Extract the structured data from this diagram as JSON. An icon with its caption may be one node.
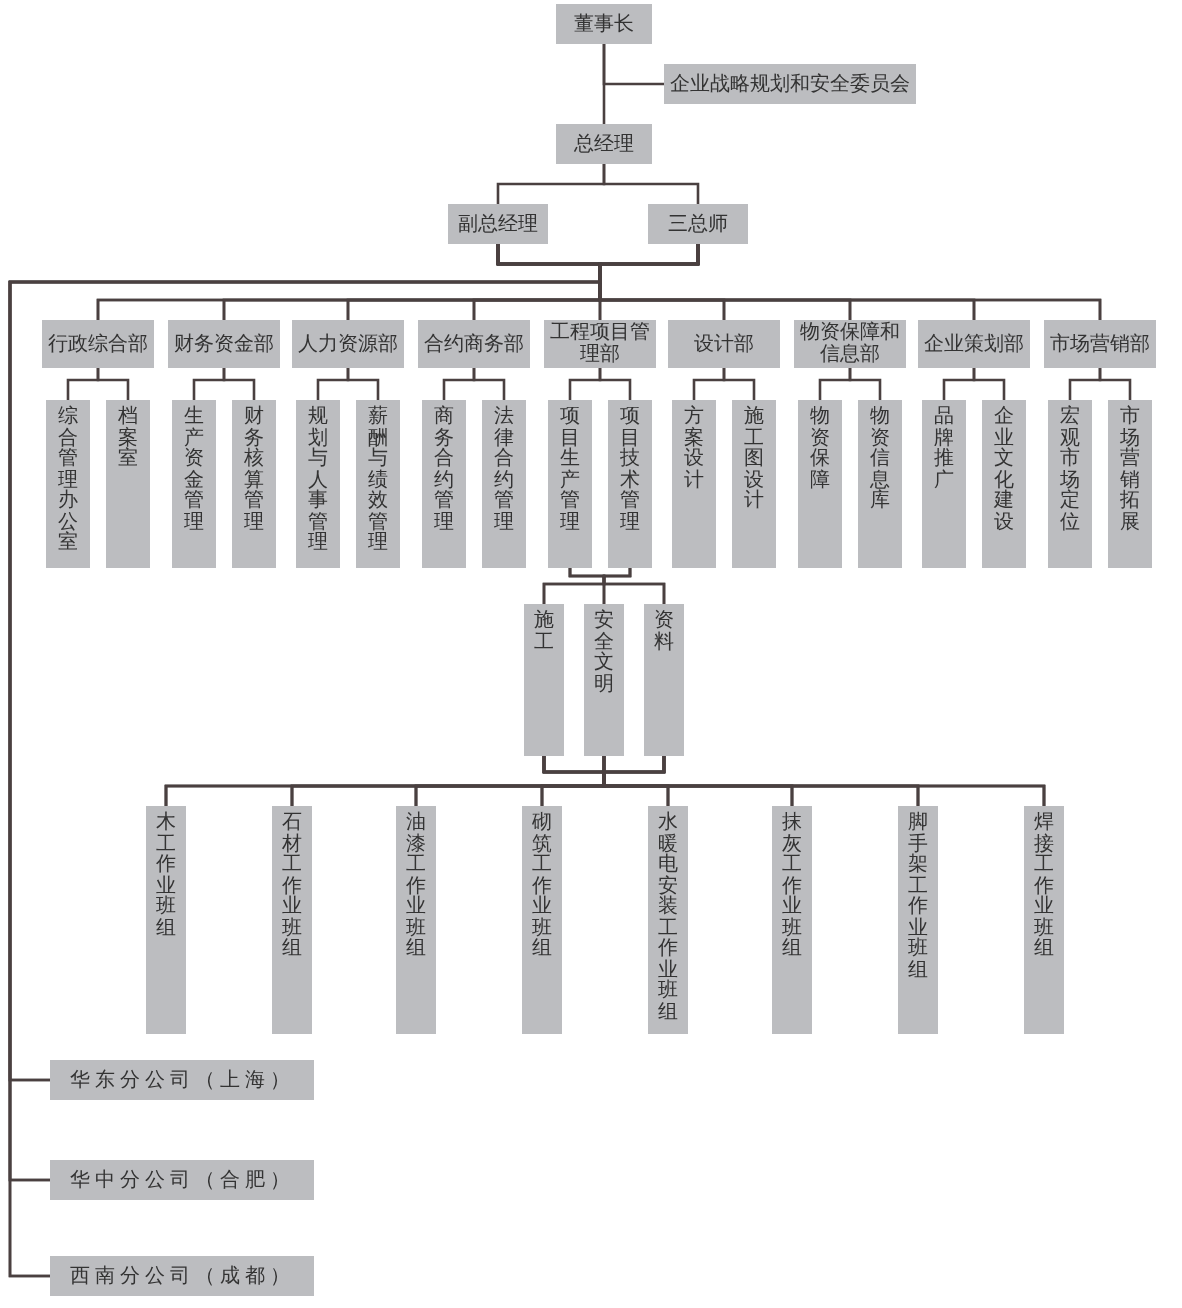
{
  "diagram": {
    "nodes": [
      {
        "text": [
          "董事长"
        ]
      },
      {
        "text": [
          "企业战略规划和安全委员会"
        ]
      },
      {
        "text": [
          "总经理"
        ]
      },
      {
        "text": [
          "副总经理"
        ]
      },
      {
        "text": [
          "三总师"
        ]
      },
      {
        "text": [
          "行政综合部"
        ]
      },
      {
        "text": [
          "财务资金部"
        ]
      },
      {
        "text": [
          "人力资源部"
        ]
      },
      {
        "text": [
          "合约商务部"
        ]
      },
      {
        "text": [
          "工程项目管理部"
        ]
      },
      {
        "text": [
          "设计部"
        ]
      },
      {
        "text": [
          "物资保障和信息部"
        ]
      },
      {
        "text": [
          "企业策划部"
        ]
      },
      {
        "text": [
          "市场营销部"
        ]
      },
      {
        "text": [
          "综合管理办公室"
        ]
      },
      {
        "text": [
          "档案室"
        ]
      },
      {
        "text": [
          "生产资金管理"
        ]
      },
      {
        "text": [
          "财务核算管理"
        ]
      },
      {
        "text": [
          "规划与人事管理"
        ]
      },
      {
        "text": [
          "薪酬与绩效管理"
        ]
      },
      {
        "text": [
          "商务合约管理"
        ]
      },
      {
        "text": [
          "法律合约管理"
        ]
      },
      {
        "text": [
          "项目生产管理"
        ]
      },
      {
        "text": [
          "项目技术管理"
        ]
      },
      {
        "text": [
          "方案设计"
        ]
      },
      {
        "text": [
          "施工图设计"
        ]
      },
      {
        "text": [
          "物资保障"
        ]
      },
      {
        "text": [
          "物资信息库"
        ]
      },
      {
        "text": [
          "品牌推广"
        ]
      },
      {
        "text": [
          "企业文化建设"
        ]
      },
      {
        "text": [
          "宏观市场定位"
        ]
      },
      {
        "text": [
          "市场营销拓展"
        ]
      },
      {
        "text": [
          "施工"
        ]
      },
      {
        "text": [
          "安全文明"
        ]
      },
      {
        "text": [
          "资料"
        ]
      },
      {
        "text": [
          "木工作业班组"
        ]
      },
      {
        "text": [
          "石材工作业班组"
        ]
      },
      {
        "text": [
          "油漆工作业班组"
        ]
      },
      {
        "text": [
          "砌筑工作业班组"
        ]
      },
      {
        "text": [
          "水暖电安装工作业班组"
        ]
      },
      {
        "text": [
          "抹灰工作业班组"
        ]
      },
      {
        "text": [
          "脚手架工作业班组"
        ]
      },
      {
        "text": [
          "焊接工作业班组"
        ]
      },
      {
        "text": [
          "华东分公司（上海）"
        ]
      },
      {
        "text": [
          "华中分公司（合肥）"
        ]
      },
      {
        "text": [
          "西南分公司（成都）"
        ]
      }
    ],
    "edges": [
      {
        "from": 0,
        "to": 2,
        "arrow": "none"
      },
      {
        "from": 0,
        "to": 1,
        "arrow": "none"
      },
      {
        "from": 2,
        "to": 3,
        "arrow": "none"
      },
      {
        "from": 2,
        "to": 4,
        "arrow": "none"
      },
      {
        "from": 3,
        "to": 5,
        "arrow": "none"
      },
      {
        "from": 3,
        "to": 6,
        "arrow": "none"
      },
      {
        "from": 3,
        "to": 7,
        "arrow": "none"
      },
      {
        "from": 3,
        "to": 8,
        "arrow": "none"
      },
      {
        "from": 3,
        "to": 9,
        "arrow": "none"
      },
      {
        "from": 3,
        "to": 10,
        "arrow": "none"
      },
      {
        "from": 3,
        "to": 11,
        "arrow": "none"
      },
      {
        "from": 3,
        "to": 12,
        "arrow": "none"
      },
      {
        "from": 3,
        "to": 13,
        "arrow": "none"
      },
      {
        "from": 3,
        "to": 43,
        "arrow": "none"
      },
      {
        "from": 3,
        "to": 44,
        "arrow": "none"
      },
      {
        "from": 3,
        "to": 45,
        "arrow": "none"
      },
      {
        "from": 4,
        "to": 5,
        "arrow": "none"
      },
      {
        "from": 4,
        "to": 6,
        "arrow": "none"
      },
      {
        "from": 4,
        "to": 7,
        "arrow": "none"
      },
      {
        "from": 4,
        "to": 8,
        "arrow": "none"
      },
      {
        "from": 4,
        "to": 9,
        "arrow": "none"
      },
      {
        "from": 4,
        "to": 10,
        "arrow": "none"
      },
      {
        "from": 4,
        "to": 11,
        "arrow": "none"
      },
      {
        "from": 4,
        "to": 12,
        "arrow": "none"
      },
      {
        "from": 4,
        "to": 13,
        "arrow": "none"
      },
      {
        "from": 4,
        "to": 43,
        "arrow": "none"
      },
      {
        "from": 4,
        "to": 44,
        "arrow": "none"
      },
      {
        "from": 4,
        "to": 45,
        "arrow": "none"
      },
      {
        "from": 5,
        "to": 14,
        "arrow": "none"
      },
      {
        "from": 5,
        "to": 15,
        "arrow": "none"
      },
      {
        "from": 6,
        "to": 16,
        "arrow": "none"
      },
      {
        "from": 6,
        "to": 17,
        "arrow": "none"
      },
      {
        "from": 7,
        "to": 18,
        "arrow": "none"
      },
      {
        "from": 7,
        "to": 19,
        "arrow": "none"
      },
      {
        "from": 8,
        "to": 20,
        "arrow": "none"
      },
      {
        "from": 8,
        "to": 21,
        "arrow": "none"
      },
      {
        "from": 9,
        "to": 22,
        "arrow": "none"
      },
      {
        "from": 9,
        "to": 23,
        "arrow": "none"
      },
      {
        "from": 10,
        "to": 24,
        "arrow": "none"
      },
      {
        "from": 10,
        "to": 25,
        "arrow": "none"
      },
      {
        "from": 11,
        "to": 26,
        "arrow": "none"
      },
      {
        "from": 11,
        "to": 27,
        "arrow": "none"
      },
      {
        "from": 12,
        "to": 28,
        "arrow": "none"
      },
      {
        "from": 12,
        "to": 29,
        "arrow": "none"
      },
      {
        "from": 13,
        "to": 30,
        "arrow": "none"
      },
      {
        "from": 13,
        "to": 31,
        "arrow": "none"
      },
      {
        "from": 22,
        "to": 32,
        "arrow": "none"
      },
      {
        "from": 22,
        "to": 33,
        "arrow": "none"
      },
      {
        "from": 22,
        "to": 34,
        "arrow": "none"
      },
      {
        "from": 23,
        "to": 32,
        "arrow": "none"
      },
      {
        "from": 23,
        "to": 33,
        "arrow": "none"
      },
      {
        "from": 23,
        "to": 34,
        "arrow": "none"
      },
      {
        "from": 32,
        "to": 35,
        "arrow": "none"
      },
      {
        "from": 32,
        "to": 36,
        "arrow": "none"
      },
      {
        "from": 32,
        "to": 37,
        "arrow": "none"
      },
      {
        "from": 32,
        "to": 38,
        "arrow": "none"
      },
      {
        "from": 32,
        "to": 39,
        "arrow": "none"
      },
      {
        "from": 32,
        "to": 40,
        "arrow": "none"
      },
      {
        "from": 32,
        "to": 41,
        "arrow": "none"
      },
      {
        "from": 32,
        "to": 42,
        "arrow": "none"
      },
      {
        "from": 33,
        "to": 35,
        "arrow": "none"
      },
      {
        "from": 33,
        "to": 36,
        "arrow": "none"
      },
      {
        "from": 33,
        "to": 37,
        "arrow": "none"
      },
      {
        "from": 33,
        "to": 38,
        "arrow": "none"
      },
      {
        "from": 33,
        "to": 39,
        "arrow": "none"
      },
      {
        "from": 33,
        "to": 40,
        "arrow": "none"
      },
      {
        "from": 33,
        "to": 41,
        "arrow": "none"
      },
      {
        "from": 33,
        "to": 42,
        "arrow": "none"
      },
      {
        "from": 34,
        "to": 35,
        "arrow": "none"
      },
      {
        "from": 34,
        "to": 36,
        "arrow": "none"
      },
      {
        "from": 34,
        "to": 37,
        "arrow": "none"
      },
      {
        "from": 34,
        "to": 38,
        "arrow": "none"
      },
      {
        "from": 34,
        "to": 39,
        "arrow": "none"
      },
      {
        "from": 34,
        "to": 40,
        "arrow": "none"
      },
      {
        "from": 34,
        "to": 41,
        "arrow": "none"
      },
      {
        "from": 34,
        "to": 42,
        "arrow": "none"
      }
    ]
  }
}
